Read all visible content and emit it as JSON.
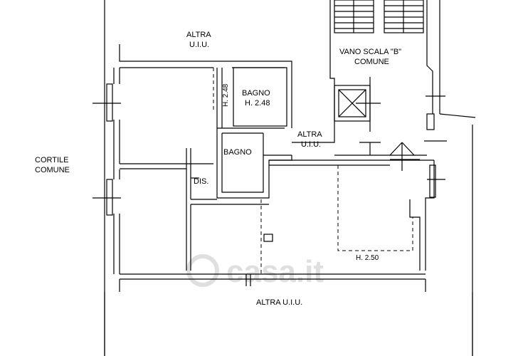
{
  "labels": {
    "altra_top_1": "ALTRA",
    "altra_top_2": "U.I.U.",
    "vano_1": "VANO SCALA \"B\"",
    "vano_2": "COMUNE",
    "cortile_1": "CORTILE",
    "cortile_2": "COMUNE",
    "bagno1_1": "BAGNO",
    "bagno1_2": "H. 2.48",
    "h248_vertical": "H. 2.48",
    "bagno2": "BAGNO",
    "altra_mid_1": "ALTRA",
    "altra_mid_2": "U.I.U.",
    "dis": "DIS.",
    "h250": "H. 2.50",
    "altra_bottom": "ALTRA U.I.U."
  },
  "watermark": {
    "text": "casa.it"
  }
}
